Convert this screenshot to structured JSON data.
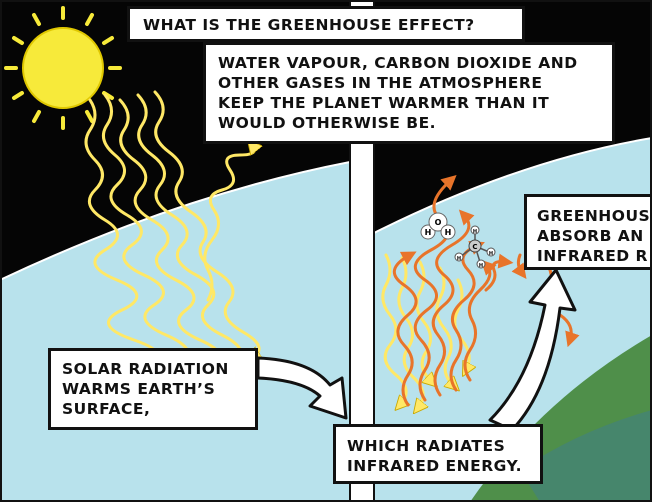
{
  "captions": {
    "title": "WHAT IS THE GREENHOUSE EFFECT?",
    "intro": [
      "WATER VAPOUR, CARBON DIOXIDE AND",
      "OTHER GASES IN THE ATMOSPHERE",
      "KEEP THE PLANET WARMER THAN IT",
      "WOULD OTHERWISE BE."
    ],
    "solar": [
      "SOLAR RADIATION",
      "WARMS EARTH’S",
      "SURFACE,"
    ],
    "radiates": [
      "WHICH RADIATES",
      "INFRARED ENERGY."
    ],
    "greenhouse": [
      "GREENHOUS",
      "ABSORB AN",
      "INFRARED R"
    ]
  },
  "molecules": {
    "water": {
      "atoms": [
        "H",
        "O",
        "H"
      ]
    },
    "methane": {
      "atoms": [
        "C",
        "H",
        "H",
        "H",
        "H"
      ]
    }
  },
  "colors": {
    "space": "#050505",
    "sky": "#b8e2ec",
    "sun": "#f7ea3a",
    "sun_rays": "#ffe866",
    "infrared": "#e8742a",
    "earth": "#4f8f4a",
    "border": "#111111"
  }
}
